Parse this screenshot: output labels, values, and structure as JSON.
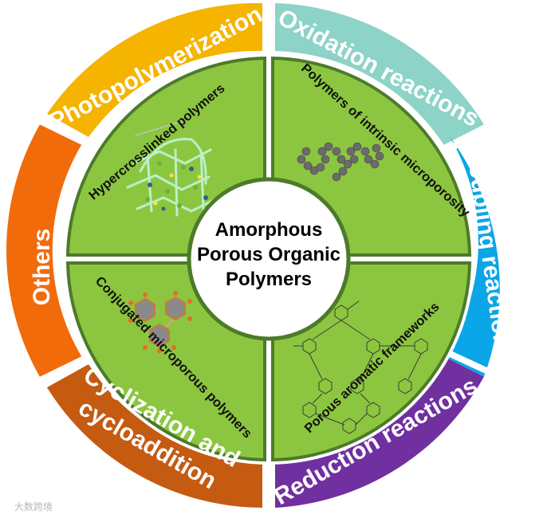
{
  "center": {
    "lines": [
      "Amorphous",
      "Porous Organic",
      "Polymers"
    ]
  },
  "ring": [
    {
      "id": "photo",
      "label": "Photopolymerization",
      "color": "#f5b400"
    },
    {
      "id": "oxid",
      "label": "Oxidation reactions",
      "color": "#8dd3c7"
    },
    {
      "id": "coupl",
      "label": "Coupling reactions",
      "color": "#0aa6e8"
    },
    {
      "id": "reduc",
      "label": "Reduction reactions",
      "color": "#7030a0"
    },
    {
      "id": "cyclo",
      "label": [
        "Cyclization and",
        "cycloaddition"
      ],
      "color": "#c55a11"
    },
    {
      "id": "others",
      "label": "Others",
      "color": "#f26b0b"
    }
  ],
  "quadrants": {
    "color": "#8cc640",
    "border": "#4d7a2a",
    "tl": "Hypercrosslinked polymers",
    "tr": "Polymers of intrinsic microporosity",
    "bl": "Conjugated microporous polymers",
    "br": "Porous aromatic frameworks"
  },
  "watermark": "大数跨境"
}
